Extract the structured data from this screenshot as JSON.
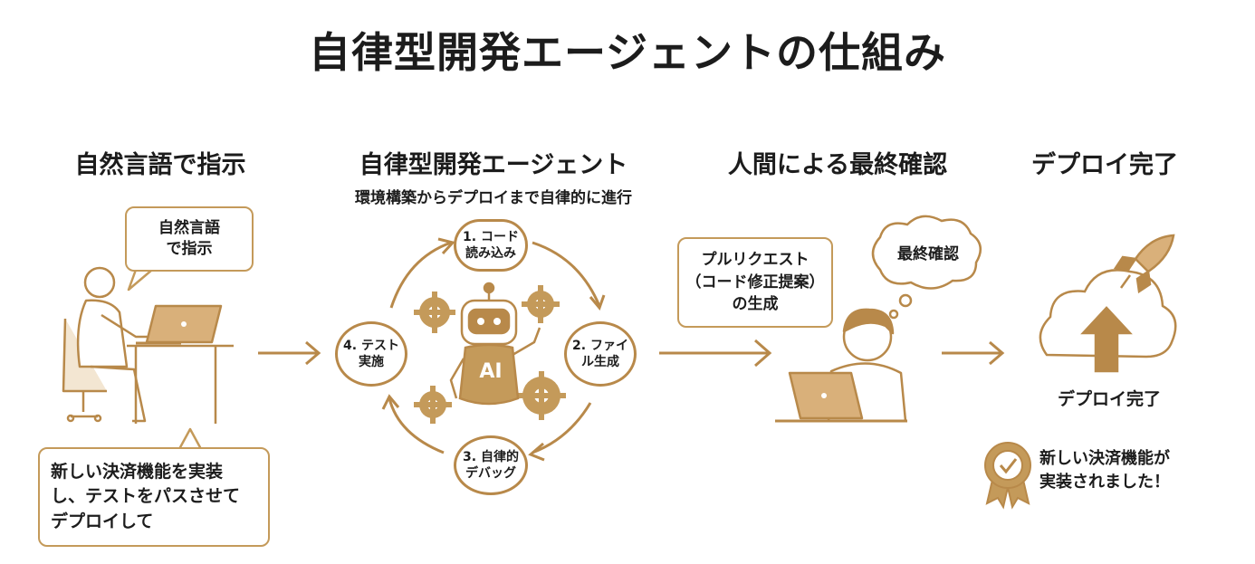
{
  "title": "自律型開発エージェントの仕組み",
  "colors": {
    "accent": "#b8894a",
    "accent_light": "#f3e6d2",
    "text": "#1c1c1c"
  },
  "steps": [
    {
      "heading": "自然言語で指示"
    },
    {
      "heading": "自律型開発エージェント",
      "subtitle": "環境構築からデプロイまで自律的に進行"
    },
    {
      "heading": "人間による最終確認"
    },
    {
      "heading": "デプロイ完了"
    }
  ],
  "user": {
    "bubble": "自然言語\nで指示",
    "request": "新しい決済機能を実装\nし、テストをパスさせて\nデプロイして",
    "icon": "person-at-laptop-icon"
  },
  "agent": {
    "core_label": "AI",
    "icon": "robot-icon",
    "cycle": [
      {
        "label": "1. コード\n読み込み"
      },
      {
        "label": "2. ファイ\nル生成"
      },
      {
        "label": "3. 自律的\nデバッグ"
      },
      {
        "label": "4. テスト\n実施"
      }
    ]
  },
  "review": {
    "pr_box": "プルリクエスト\n（コード修正提案）\nの生成",
    "thought": "最終確認",
    "icon": "reviewer-at-laptop-icon"
  },
  "deploy": {
    "label": "デプロイ完了",
    "badge_text": "新しい決済機能が\n実装されました！",
    "icons": [
      "rocket-icon",
      "cloud-upload-icon",
      "award-badge-icon"
    ]
  }
}
